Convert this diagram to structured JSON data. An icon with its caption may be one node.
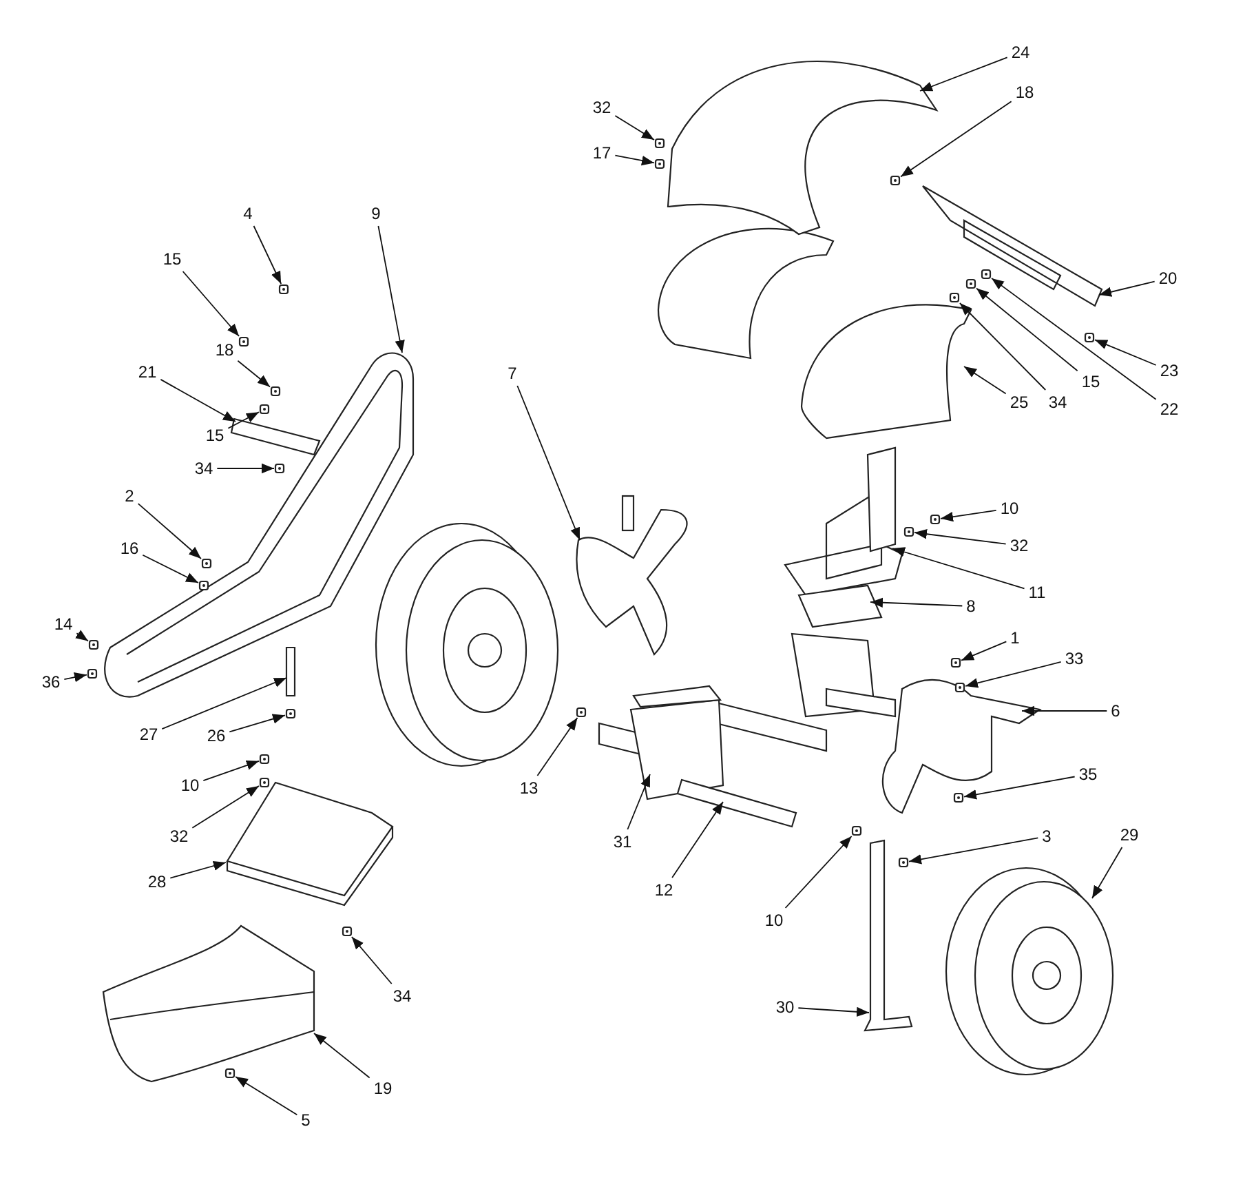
{
  "diagram": {
    "nodes": [
      {
        "text": [
          "24"
        ]
      },
      {
        "text": [
          "18"
        ]
      },
      {
        "text": [
          "32"
        ]
      },
      {
        "text": [
          "17"
        ]
      },
      {
        "text": [
          "20"
        ]
      },
      {
        "text": [
          "23"
        ]
      },
      {
        "text": [
          "15"
        ]
      },
      {
        "text": [
          "22"
        ]
      },
      {
        "text": [
          "34"
        ]
      },
      {
        "text": [
          "25"
        ]
      },
      {
        "text": [
          "4"
        ]
      },
      {
        "text": [
          "9"
        ]
      },
      {
        "text": [
          "15"
        ]
      },
      {
        "text": [
          "18"
        ]
      },
      {
        "text": [
          "21"
        ]
      },
      {
        "text": [
          "15"
        ]
      },
      {
        "text": [
          "34"
        ]
      },
      {
        "text": [
          "2"
        ]
      },
      {
        "text": [
          "16"
        ]
      },
      {
        "text": [
          "14"
        ]
      },
      {
        "text": [
          "36"
        ]
      },
      {
        "text": [
          "7"
        ]
      },
      {
        "text": [
          "10"
        ]
      },
      {
        "text": [
          "32"
        ]
      },
      {
        "text": [
          "11"
        ]
      },
      {
        "text": [
          "8"
        ]
      },
      {
        "text": [
          "1"
        ]
      },
      {
        "text": [
          "33"
        ]
      },
      {
        "text": [
          "6"
        ]
      },
      {
        "text": [
          "27"
        ]
      },
      {
        "text": [
          "26"
        ]
      },
      {
        "text": [
          "35"
        ]
      },
      {
        "text": [
          "10"
        ]
      },
      {
        "text": [
          "13"
        ]
      },
      {
        "text": [
          "3"
        ]
      },
      {
        "text": [
          "29"
        ]
      },
      {
        "text": [
          "32"
        ]
      },
      {
        "text": [
          "31"
        ]
      },
      {
        "text": [
          "12"
        ]
      },
      {
        "text": [
          "28"
        ]
      },
      {
        "text": [
          "10"
        ]
      },
      {
        "text": [
          "34"
        ]
      },
      {
        "text": [
          "30"
        ]
      },
      {
        "text": [
          "19"
        ]
      },
      {
        "text": [
          "5"
        ]
      },
      {
        "text": [],
        "shape": "picture"
      },
      {
        "text": [],
        "shape": "picture"
      },
      {
        "text": [],
        "shape": "picture"
      },
      {
        "text": [],
        "shape": "picture"
      },
      {
        "text": [],
        "shape": "picture"
      },
      {
        "text": [],
        "shape": "picture"
      },
      {
        "text": [],
        "shape": "picture"
      },
      {
        "text": [],
        "shape": "picture"
      },
      {
        "text": [],
        "shape": "picture"
      },
      {
        "text": [],
        "shape": "bar"
      },
      {
        "text": [],
        "shape": "picture"
      },
      {
        "text": [],
        "shape": "bar"
      },
      {
        "text": [],
        "shape": "picture"
      },
      {
        "text": [],
        "shape": "picture"
      },
      {
        "text": [],
        "shape": "picture"
      },
      {
        "text": [],
        "shape": "picture"
      },
      {
        "text": [],
        "shape": "picture"
      },
      {
        "text": [],
        "shape": "picture"
      },
      {
        "text": [],
        "shape": "picture"
      },
      {
        "text": [],
        "shape": "picture"
      },
      {
        "text": [],
        "shape": "picture"
      },
      {
        "text": [],
        "shape": "picture"
      },
      {
        "text": [],
        "shape": "picture"
      },
      {
        "text": [],
        "shape": "picture"
      },
      {
        "text": [],
        "shape": "picture"
      },
      {
        "text": [],
        "shape": "picture"
      },
      {
        "text": [],
        "shape": "picture"
      },
      {
        "text": [],
        "shape": "picture"
      },
      {
        "text": [],
        "shape": "picture"
      },
      {
        "text": [],
        "shape": "picture"
      },
      {
        "text": [],
        "shape": "picture"
      },
      {
        "text": [],
        "shape": "picture"
      },
      {
        "text": [],
        "shape": "picture"
      },
      {
        "text": [],
        "shape": "picture"
      },
      {
        "text": [],
        "shape": "picture"
      },
      {
        "text": [],
        "shape": "picture"
      },
      {
        "text": [],
        "shape": "picture"
      },
      {
        "text": [],
        "shape": "picture"
      },
      {
        "text": [],
        "shape": "picture"
      },
      {
        "text": [],
        "shape": "picture"
      },
      {
        "text": [],
        "shape": "picture"
      },
      {
        "text": [],
        "shape": "picture"
      },
      {
        "text": [],
        "shape": "picture"
      },
      {
        "text": [],
        "shape": "picture"
      },
      {
        "text": [],
        "shape": "picture"
      }
    ],
    "edges": [
      {
        "from": 0,
        "to": 45,
        "arrow": "to"
      },
      {
        "from": 1,
        "to": 61,
        "arrow": "to"
      },
      {
        "from": 2,
        "to": 62,
        "arrow": "to"
      },
      {
        "from": 3,
        "to": 63,
        "arrow": "to"
      },
      {
        "from": 4,
        "to": 46,
        "arrow": "to"
      },
      {
        "from": 5,
        "to": 64,
        "arrow": "to"
      },
      {
        "from": 6,
        "to": 65,
        "arrow": "to"
      },
      {
        "from": 7,
        "to": 66,
        "arrow": "to"
      },
      {
        "from": 8,
        "to": 67,
        "arrow": "to"
      },
      {
        "from": 9,
        "to": 47,
        "arrow": "to"
      },
      {
        "from": 10,
        "to": 68,
        "arrow": "to"
      },
      {
        "from": 11,
        "to": 48,
        "arrow": "to"
      },
      {
        "from": 12,
        "to": 69,
        "arrow": "to"
      },
      {
        "from": 13,
        "to": 70,
        "arrow": "to"
      },
      {
        "from": 14,
        "to": 49,
        "arrow": "to"
      },
      {
        "from": 15,
        "to": 71,
        "arrow": "to"
      },
      {
        "from": 16,
        "to": 72,
        "arrow": "to"
      },
      {
        "from": 17,
        "to": 73,
        "arrow": "to"
      },
      {
        "from": 18,
        "to": 74,
        "arrow": "to"
      },
      {
        "from": 19,
        "to": 75,
        "arrow": "to"
      },
      {
        "from": 20,
        "to": 76,
        "arrow": "to"
      },
      {
        "from": 21,
        "to": 50,
        "arrow": "to"
      },
      {
        "from": 22,
        "to": 77,
        "arrow": "to"
      },
      {
        "from": 23,
        "to": 78,
        "arrow": "to"
      },
      {
        "from": 24,
        "to": 51,
        "arrow": "to"
      },
      {
        "from": 25,
        "to": 52,
        "arrow": "to"
      },
      {
        "from": 26,
        "to": 79,
        "arrow": "to"
      },
      {
        "from": 27,
        "to": 80,
        "arrow": "to"
      },
      {
        "from": 28,
        "to": 53,
        "arrow": "to"
      },
      {
        "from": 29,
        "to": 54,
        "arrow": "to"
      },
      {
        "from": 30,
        "to": 81,
        "arrow": "to"
      },
      {
        "from": 31,
        "to": 82,
        "arrow": "to"
      },
      {
        "from": 32,
        "to": 83,
        "arrow": "to"
      },
      {
        "from": 33,
        "to": 84,
        "arrow": "to"
      },
      {
        "from": 34,
        "to": 85,
        "arrow": "to"
      },
      {
        "from": 35,
        "to": 58,
        "arrow": "to"
      },
      {
        "from": 36,
        "to": 86,
        "arrow": "to"
      },
      {
        "from": 37,
        "to": 55,
        "arrow": "to"
      },
      {
        "from": 38,
        "to": 56,
        "arrow": "to"
      },
      {
        "from": 39,
        "to": 57,
        "arrow": "to"
      },
      {
        "from": 40,
        "to": 87,
        "arrow": "to"
      },
      {
        "from": 41,
        "to": 88,
        "arrow": "to"
      },
      {
        "from": 42,
        "to": 59,
        "arrow": "to"
      },
      {
        "from": 43,
        "to": 60,
        "arrow": "to"
      },
      {
        "from": 44,
        "to": 89,
        "arrow": "to"
      }
    ]
  }
}
